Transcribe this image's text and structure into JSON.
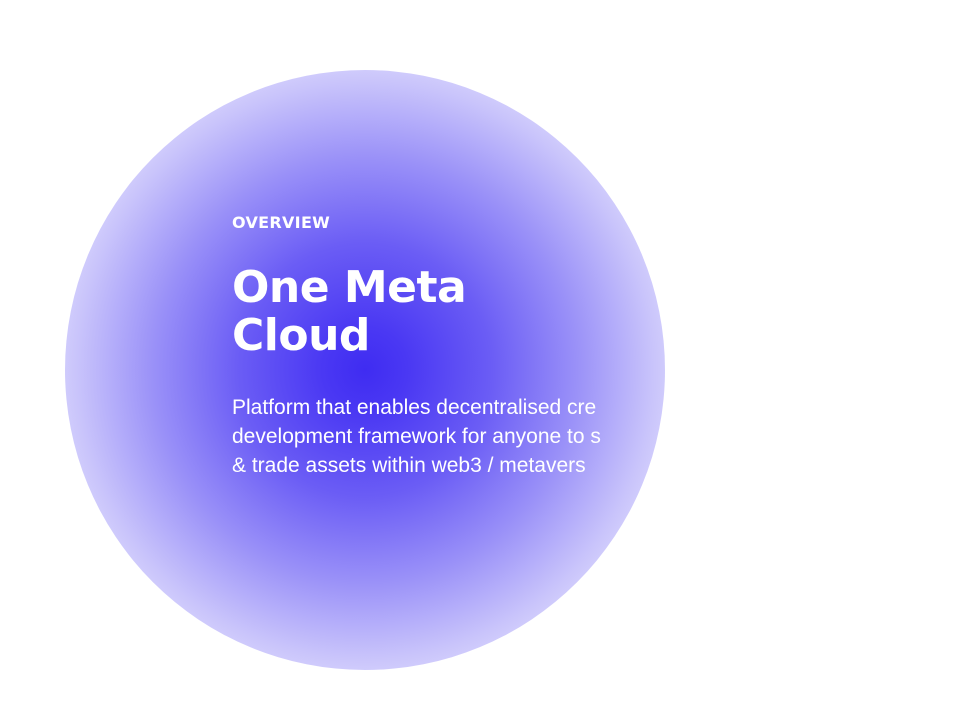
{
  "overview": {
    "eyebrow": "OVERVIEW",
    "title_line1": "One Meta",
    "title_line2": "Cloud",
    "description_line1": "Platform that enables decentralised cre",
    "description_line2": "development framework for anyone to s",
    "description_line3": "& trade assets within web3 / metavers"
  },
  "colors": {
    "accent": "#3f2cf2",
    "text": "#ffffff",
    "background": "#ffffff"
  }
}
